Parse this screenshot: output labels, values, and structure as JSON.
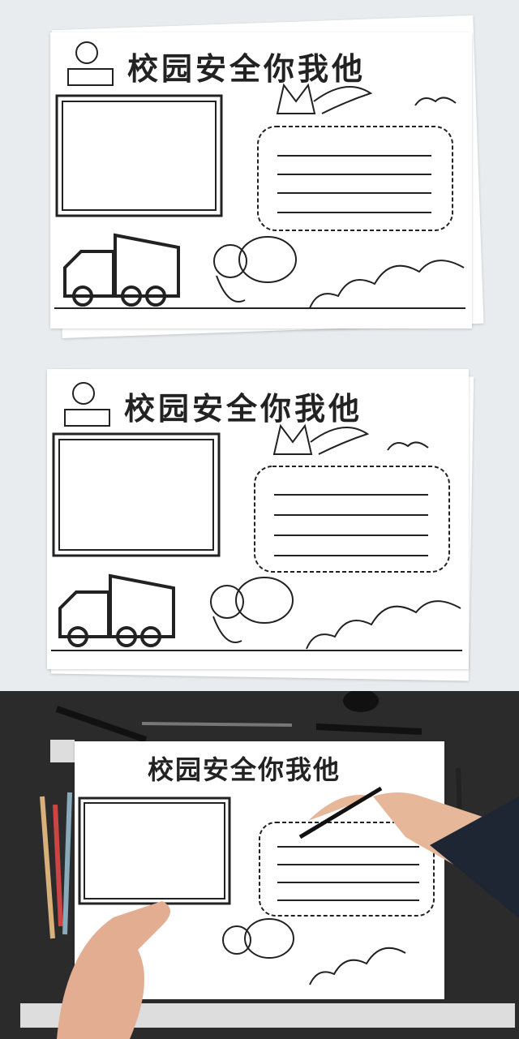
{
  "poster": {
    "title": "校园安全你我他",
    "elements": [
      "bear-with-gifts",
      "photo-frame",
      "fox",
      "dashed-text-box",
      "dump-truck",
      "squirrel",
      "clouds"
    ]
  },
  "colors": {
    "background": "#e8ecee",
    "paper": "#ffffff",
    "line_art": "#222222",
    "desk": "#2b2b2b"
  }
}
